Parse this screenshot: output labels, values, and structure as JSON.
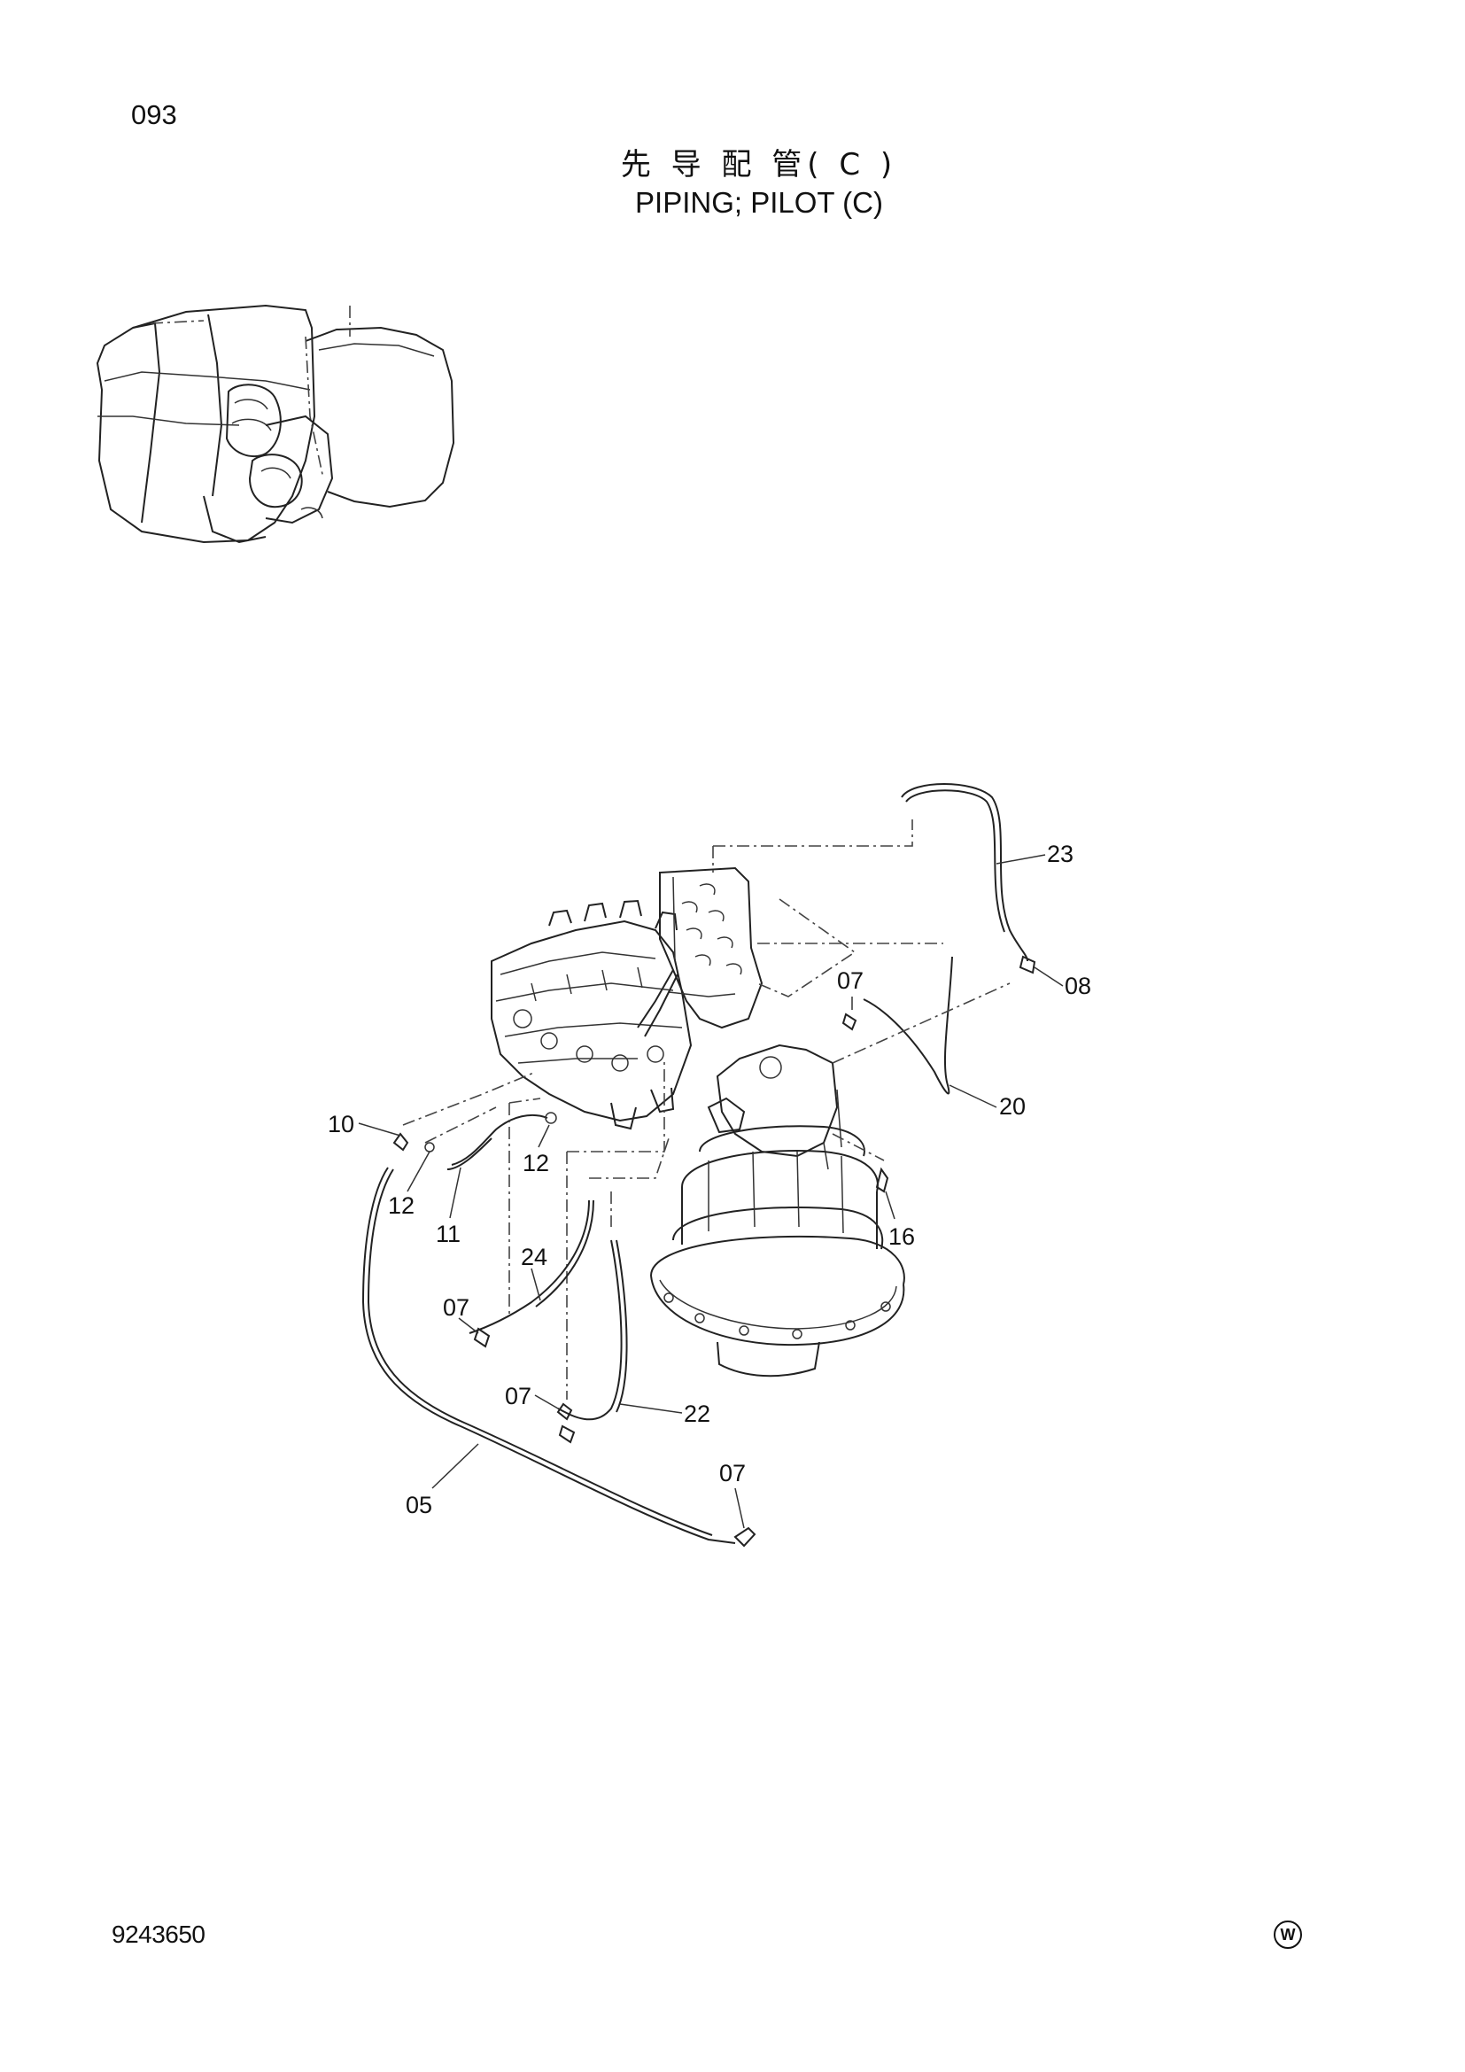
{
  "header": {
    "page_number": "093",
    "title_cn": "先 导 配 管( C )",
    "title_en": "PIPING; PILOT (C)"
  },
  "footer": {
    "doc_number": "9243650",
    "mark": "W"
  },
  "callouts": [
    {
      "id": "c23",
      "label": "23"
    },
    {
      "id": "c08",
      "label": "08"
    },
    {
      "id": "c07a",
      "label": "07"
    },
    {
      "id": "c20",
      "label": "20"
    },
    {
      "id": "c10",
      "label": "10"
    },
    {
      "id": "c12a",
      "label": "12"
    },
    {
      "id": "c12b",
      "label": "12"
    },
    {
      "id": "c11",
      "label": "11"
    },
    {
      "id": "c24",
      "label": "24"
    },
    {
      "id": "c16",
      "label": "16"
    },
    {
      "id": "c07b",
      "label": "07"
    },
    {
      "id": "c07c",
      "label": "07"
    },
    {
      "id": "c22",
      "label": "22"
    },
    {
      "id": "c07d",
      "label": "07"
    },
    {
      "id": "c05",
      "label": "05"
    }
  ]
}
